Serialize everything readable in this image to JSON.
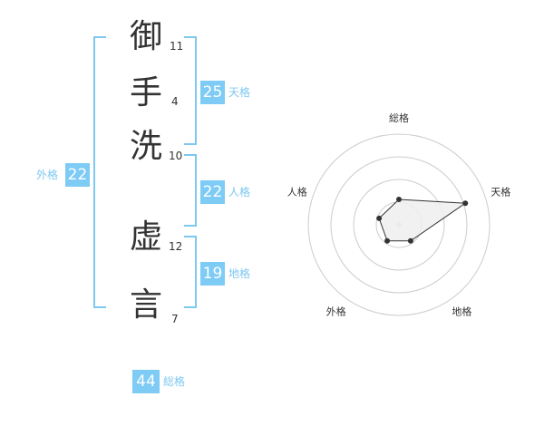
{
  "name_characters": [
    {
      "char": "御",
      "strokes": "11"
    },
    {
      "char": "手",
      "strokes": "4"
    },
    {
      "char": "洗",
      "strokes": "10"
    },
    {
      "char": "虚",
      "strokes": "12"
    },
    {
      "char": "言",
      "strokes": "7"
    }
  ],
  "fortunes": {
    "tenkaku": {
      "value": "25",
      "label": "天格"
    },
    "jinkaku": {
      "value": "22",
      "label": "人格"
    },
    "chikaku": {
      "value": "19",
      "label": "地格"
    },
    "gaikaku": {
      "value": "22",
      "label": "外格"
    },
    "soukaku": {
      "value": "44",
      "label": "総格"
    }
  },
  "colors": {
    "accent": "#7ecbf5",
    "bracket": "#7ec8f0",
    "text": "#333333",
    "radar_fill": "#eeeeee"
  },
  "chart_data": {
    "type": "radar",
    "axes": [
      "総格",
      "天格",
      "地格",
      "外格",
      "人格"
    ],
    "values": [
      0.28,
      0.77,
      0.22,
      0.22,
      0.23
    ],
    "rings": 4,
    "max": 1.0
  }
}
